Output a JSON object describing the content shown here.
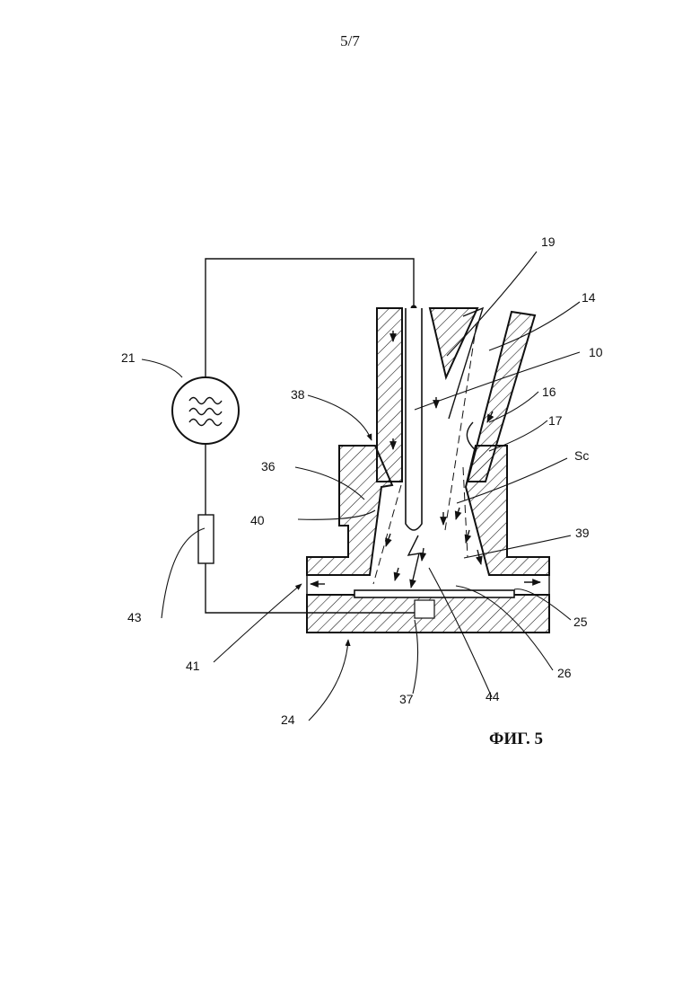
{
  "page_number": "5/7",
  "figure_caption": "ФИГ. 5",
  "reference_numerals": {
    "r19": "19",
    "r14": "14",
    "r10": "10",
    "r16": "16",
    "r17": "17",
    "rSc": "Sc",
    "r21": "21",
    "r38": "38",
    "r36": "36",
    "r40": "40",
    "r39": "39",
    "r43": "43",
    "r25": "25",
    "r41": "41",
    "r26": "26",
    "r44": "44",
    "r37": "37",
    "r24": "24"
  },
  "icons": {
    "power_source": "ac-source-icon",
    "resistor": "resistor-icon"
  }
}
